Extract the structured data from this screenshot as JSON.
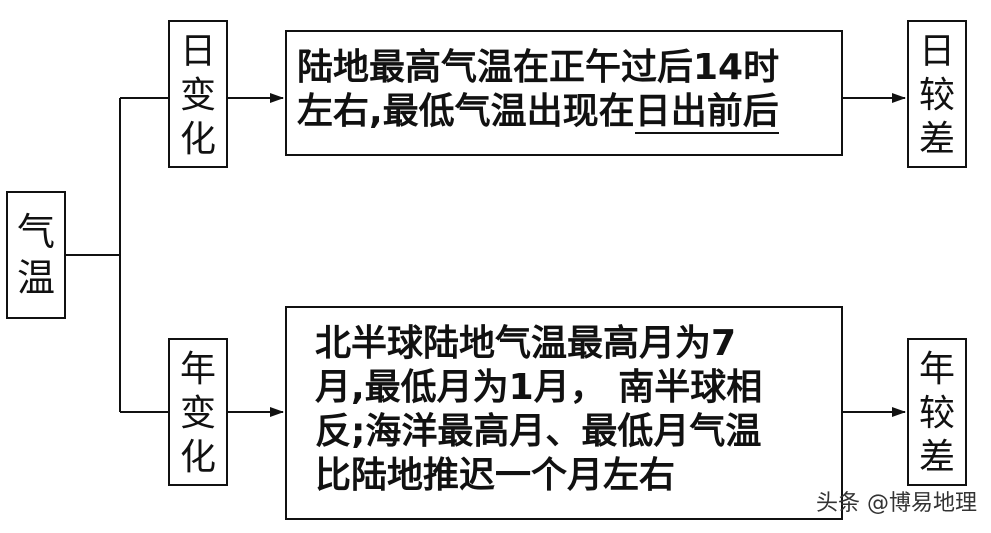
{
  "root": {
    "label": "气温"
  },
  "branches": [
    {
      "title": "日变化",
      "content_lines": [
        "陆地最高气温在正午过后14时",
        "左右,最低气温出现在"
      ],
      "content_underlined": "日出前后",
      "result": "日较差"
    },
    {
      "title": "年变化",
      "content_lines": [
        "北半球陆地气温最高月为7",
        "月,最低月为1月， 南半球相",
        "反;海洋最高月、最低月气温",
        "比陆地推迟一个月左右"
      ],
      "result": "年较差"
    }
  ],
  "watermark": "头条 @博易地理"
}
